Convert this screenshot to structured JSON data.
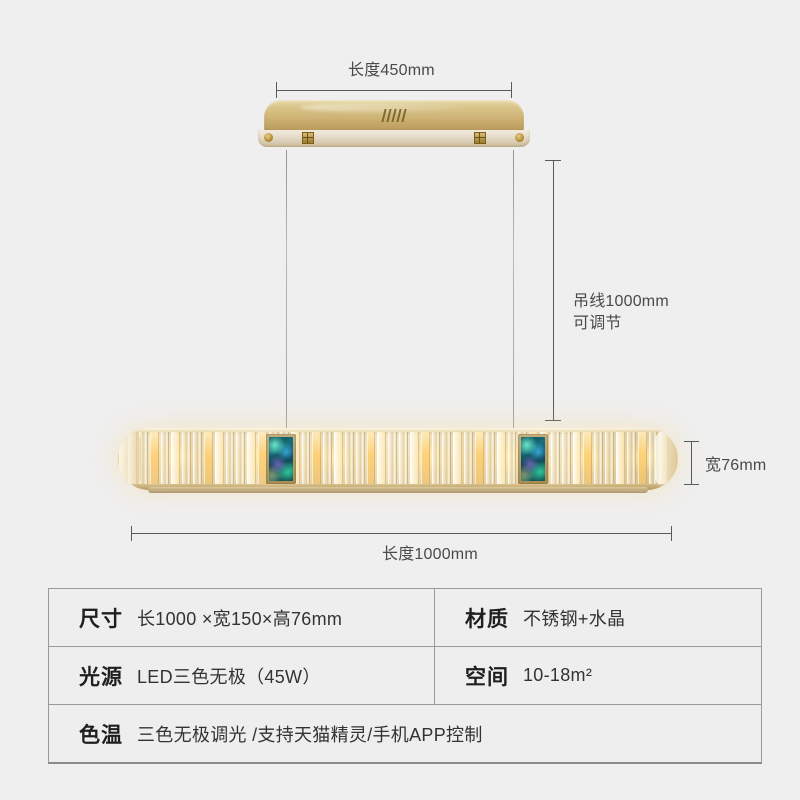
{
  "background_color": "#efefef",
  "product": {
    "type": "rectangular crystal LED pendant chandelier",
    "canopy_color": "#c9b273",
    "crystal_color": "#f1e6cd",
    "accent_panel_color": "#17707a"
  },
  "dimensions": {
    "canopy_length": {
      "label": "长度450mm",
      "value": 450,
      "unit": "mm"
    },
    "drop_height": {
      "label": "吊线1000mm\n可调节",
      "line1": "吊线1000mm",
      "line2": "可调节",
      "value": 1000,
      "unit": "mm"
    },
    "fixture_width": {
      "label": "宽76mm",
      "value": 76,
      "unit": "mm"
    },
    "fixture_length": {
      "label": "长度1000mm",
      "value": 1000,
      "unit": "mm"
    }
  },
  "spec_table": {
    "rows": [
      {
        "cells": [
          {
            "key": "尺寸",
            "value": "长1000 ×宽150×高76mm"
          },
          {
            "key": "材质",
            "value": "不锈钢+水晶"
          }
        ]
      },
      {
        "cells": [
          {
            "key": "光源",
            "value": "LED三色无极（45W）"
          },
          {
            "key": "空间",
            "value": "10-18m²"
          }
        ]
      },
      {
        "cells": [
          {
            "key": "色温",
            "value": "三色无极调光 /支持天猫精灵/手机APP控制"
          }
        ]
      }
    ]
  }
}
